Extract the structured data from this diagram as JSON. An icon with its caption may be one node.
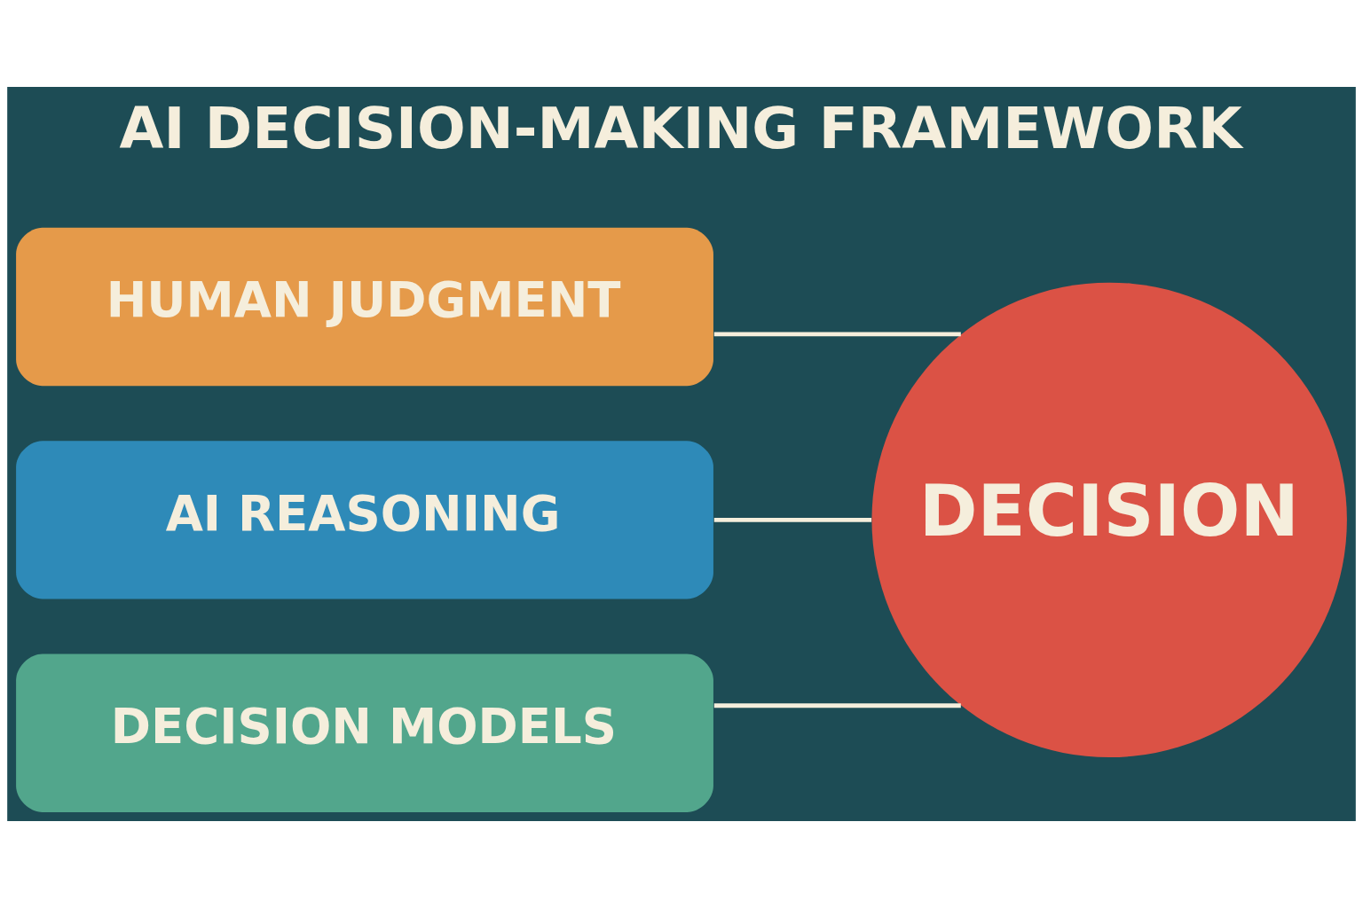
{
  "diagram": {
    "title": "AI DECISION-MAKING FRAMEWORK",
    "nodes": [
      {
        "text": [
          "HUMAN JUDGMENT"
        ]
      },
      {
        "text": [
          "AI REASONING"
        ]
      },
      {
        "text": [
          "DECISION MODELS"
        ]
      },
      {
        "text": [
          "DECISION"
        ]
      }
    ],
    "edges": [
      {
        "from": 0,
        "to": 3,
        "arrow": "none"
      },
      {
        "from": 1,
        "to": 3,
        "arrow": "none"
      },
      {
        "from": 2,
        "to": 3,
        "arrow": "none"
      }
    ]
  }
}
